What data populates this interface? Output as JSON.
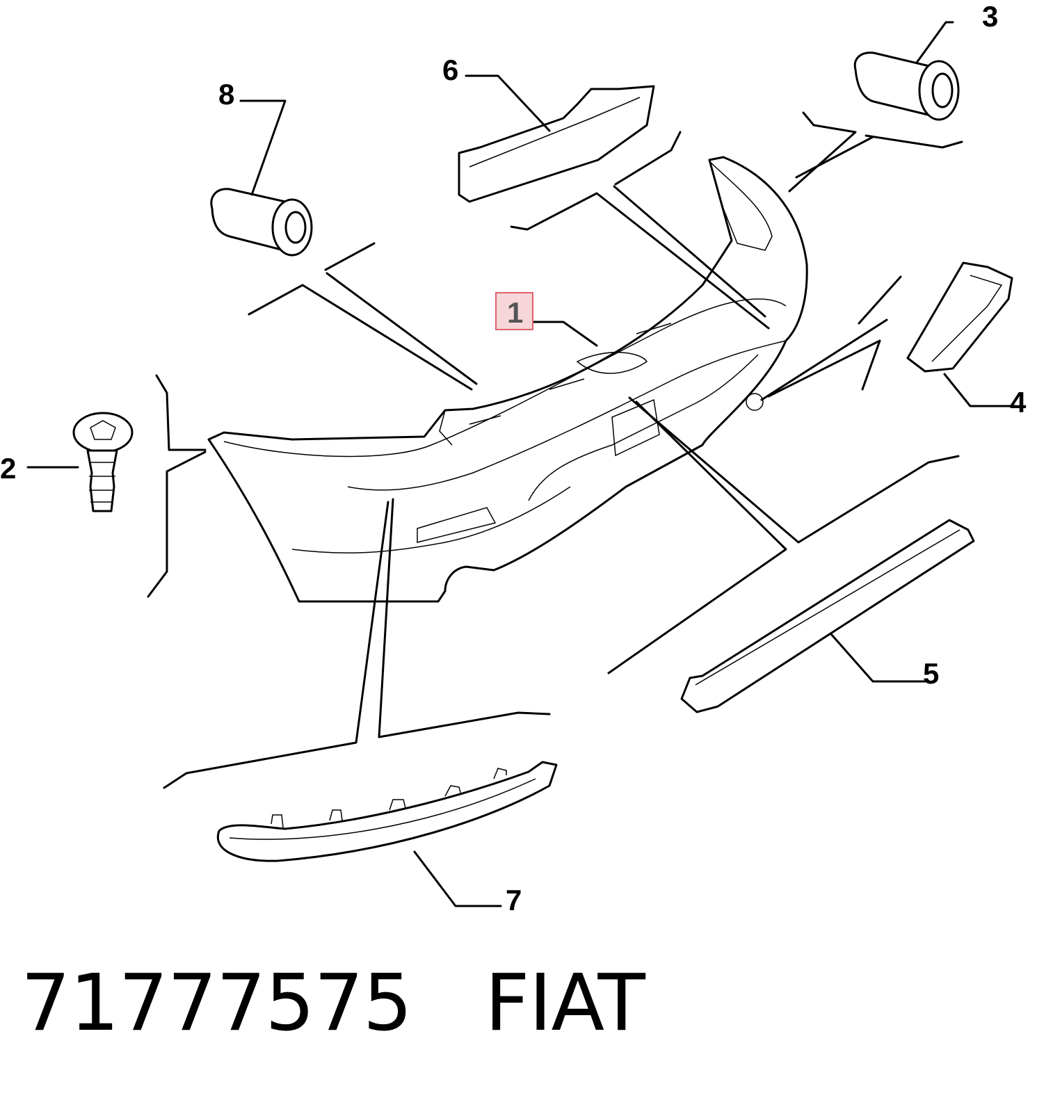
{
  "callouts": {
    "c1": "1",
    "c2": "2",
    "c3": "3",
    "c4": "4",
    "c5": "5",
    "c6": "6",
    "c7": "7",
    "c8": "8"
  },
  "footer": {
    "part_number": "71777575",
    "brand": "FIAT"
  },
  "colors": {
    "ink": "#000000",
    "highlight_fill": "#f6d6d9",
    "highlight_border": "#e0606a",
    "highlight_text": "#555555"
  }
}
